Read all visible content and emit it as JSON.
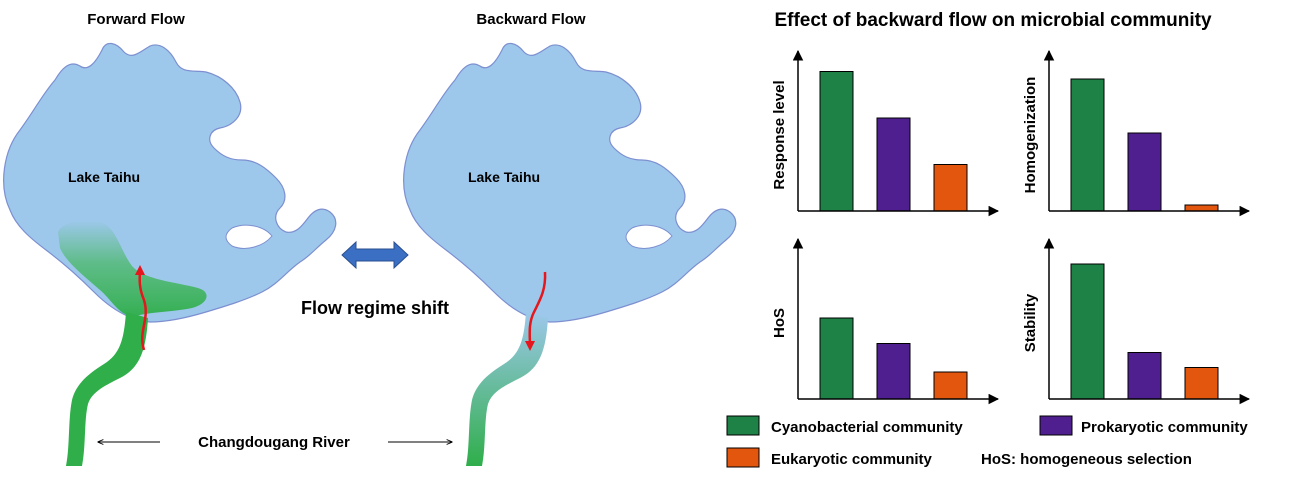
{
  "left_panel": {
    "forward_title": "Forward Flow",
    "backward_title": "Backward Flow",
    "lake_label_left": "Lake Taihu",
    "lake_label_right": "Lake Taihu",
    "shift_label": "Flow regime shift",
    "river_label": "Changdougang River"
  },
  "right_panel": {
    "title": "Effect of backward flow on microbial community",
    "legend": [
      {
        "label": "Cyanobacterial community",
        "color": "#1e8146"
      },
      {
        "label": "Prokaryotic community",
        "color": "#4f1f8f"
      },
      {
        "label": "Eukaryotic community",
        "color": "#e3560d"
      }
    ],
    "legend_note": "HoS: homogeneous selection"
  },
  "colors": {
    "lake": "#9dc8eb",
    "river_green": "#2fae4a",
    "flow_arrow": "#e6161c",
    "shift_arrow": "#3a6fc4"
  },
  "chart_data": [
    {
      "type": "bar",
      "ylabel": "Response level",
      "categories": [
        "Cyanobacterial community",
        "Prokaryotic community",
        "Eukaryotic community"
      ],
      "values": [
        0.93,
        0.62,
        0.31
      ],
      "ylim": [
        0,
        1
      ]
    },
    {
      "type": "bar",
      "ylabel": "Homogenization",
      "categories": [
        "Cyanobacterial community",
        "Prokaryotic community",
        "Eukaryotic community"
      ],
      "values": [
        0.88,
        0.52,
        0.04
      ],
      "ylim": [
        0,
        1
      ]
    },
    {
      "type": "bar",
      "ylabel": "HoS",
      "categories": [
        "Cyanobacterial community",
        "Prokaryotic community",
        "Eukaryotic community"
      ],
      "values": [
        0.54,
        0.37,
        0.18
      ],
      "ylim": [
        0,
        1
      ]
    },
    {
      "type": "bar",
      "ylabel": "Stability",
      "categories": [
        "Cyanobacterial community",
        "Prokaryotic community",
        "Eukaryotic community"
      ],
      "values": [
        0.9,
        0.31,
        0.21
      ],
      "ylim": [
        0,
        1
      ]
    }
  ]
}
